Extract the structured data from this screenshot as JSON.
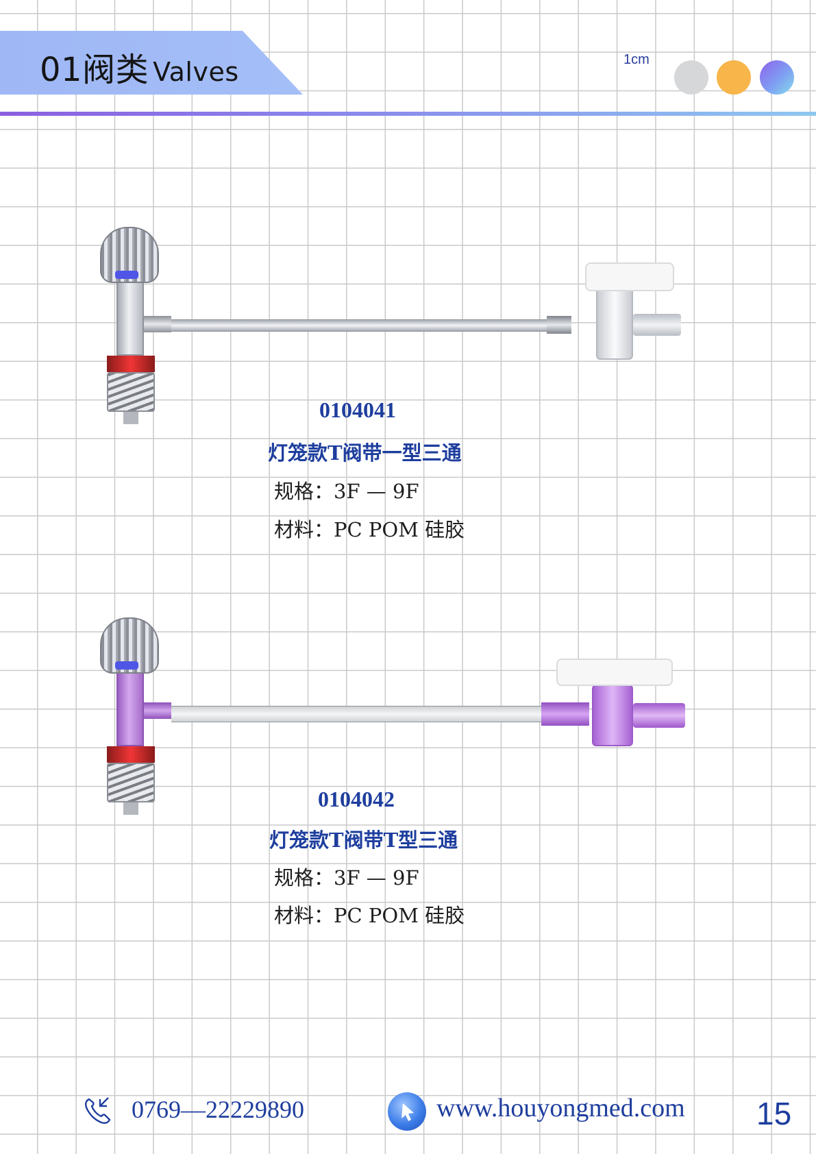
{
  "header": {
    "section_number": "01",
    "section_title_cn": "阀类",
    "section_title_en": "Valves",
    "scale_label": "1cm",
    "dot_colors": [
      "#d6d7d9",
      "#f7b54a",
      "#8e63ec"
    ]
  },
  "products": [
    {
      "code": "0104041",
      "name": "灯笼款T阀带一型三通",
      "spec": "规格：3F — 9F",
      "material": "材料：PC  POM 硅胶"
    },
    {
      "code": "0104042",
      "name": "灯笼款T阀带T型三通",
      "spec": "规格：3F — 9F",
      "material": "材料：PC  POM 硅胶"
    }
  ],
  "footer": {
    "phone": "0769—22229890",
    "website": "www.houyongmed.com",
    "page_number": "15",
    "phone_icon": "phone-icon",
    "globe_icon": "globe-cursor-icon"
  },
  "colors": {
    "accent_blue": "#1e3e9e",
    "banner": "#a4bef8"
  }
}
